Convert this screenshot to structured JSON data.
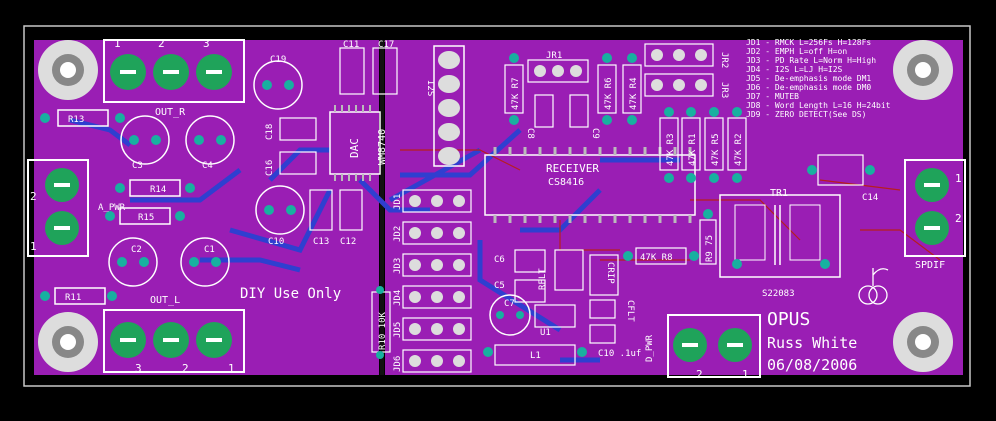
{
  "colors": {
    "background": "#000000",
    "board": "#9a1eb4",
    "copper_top": "#b71e1e",
    "copper_bottom": "#2f3fd0",
    "silk": "#ffffff",
    "pad": "#18b0a0",
    "terminal_green": "#1fa35a"
  },
  "board": {
    "title": "OPUS",
    "author": "Russ White",
    "date": "06/08/2006",
    "notice": "DIY Use Only",
    "receiver_label": "RECEIVER",
    "receiver_part": "CS8416",
    "dac_label": "DAC",
    "dac_part": "WM8740",
    "transformer_label": "TR1",
    "transformer_part": "S22083",
    "spdif_label": "SPDIF",
    "dpwr_label": "D_PWR",
    "apwr_label": "A_PWR",
    "out_r_label": "OUT_R",
    "out_l_label": "OUT_L"
  },
  "terminals": {
    "out_r": [
      "1",
      "2",
      "3"
    ],
    "out_l": [
      "3",
      "2",
      "1"
    ],
    "apwr": [
      "2",
      "1"
    ],
    "spdif": [
      "1",
      "2"
    ],
    "dpwr": [
      "2",
      "1"
    ]
  },
  "jumper_notes": [
    "JD1 - RMCK L=256Fs H=128Fs",
    "JD2 - EMPH L=off H=on",
    "JD3 - PD Rate L=Norm H=High",
    "JD4 - I2S L=LJ H=I2S",
    "JD5 - De-emphasis mode DM1",
    "JD6 - De-emphasis mode DM0",
    "JD7 - MUTEB",
    "JD8 - Word Length L=16 H=24bit",
    "JD9 - ZERO DETECT(See DS)"
  ],
  "components": [
    {
      "ref": "R13"
    },
    {
      "ref": "R14"
    },
    {
      "ref": "R15"
    },
    {
      "ref": "R11"
    },
    {
      "ref": "C19"
    },
    {
      "ref": "C3"
    },
    {
      "ref": "C4"
    },
    {
      "ref": "C2"
    },
    {
      "ref": "C1"
    },
    {
      "ref": "C18"
    },
    {
      "ref": "C16"
    },
    {
      "ref": "C10"
    },
    {
      "ref": "C13"
    },
    {
      "ref": "C12"
    },
    {
      "ref": "C11"
    },
    {
      "ref": "C17"
    },
    {
      "ref": "I2S"
    },
    {
      "ref": "JR1"
    },
    {
      "ref": "JR2"
    },
    {
      "ref": "JR3"
    },
    {
      "ref": "47K R7"
    },
    {
      "ref": "47K R6"
    },
    {
      "ref": "47K R4"
    },
    {
      "ref": "C8"
    },
    {
      "ref": "C9"
    },
    {
      "ref": "47K R3"
    },
    {
      "ref": "47K R1"
    },
    {
      "ref": "47K R5"
    },
    {
      "ref": "47K R2"
    },
    {
      "ref": "JD1"
    },
    {
      "ref": "JD2"
    },
    {
      "ref": "JD3"
    },
    {
      "ref": "JD4"
    },
    {
      "ref": "JD5"
    },
    {
      "ref": "JD6"
    },
    {
      "ref": "C6"
    },
    {
      "ref": "C5"
    },
    {
      "ref": "C7"
    },
    {
      "ref": "RFLT"
    },
    {
      "ref": "CRIP"
    },
    {
      "ref": "CFLT"
    },
    {
      "ref": "U1"
    },
    {
      "ref": "L1"
    },
    {
      "ref": "C10 .1uf"
    },
    {
      "ref": "47K R8"
    },
    {
      "ref": "R9 75"
    },
    {
      "ref": "C14"
    },
    {
      "ref": "R10 10K"
    }
  ]
}
